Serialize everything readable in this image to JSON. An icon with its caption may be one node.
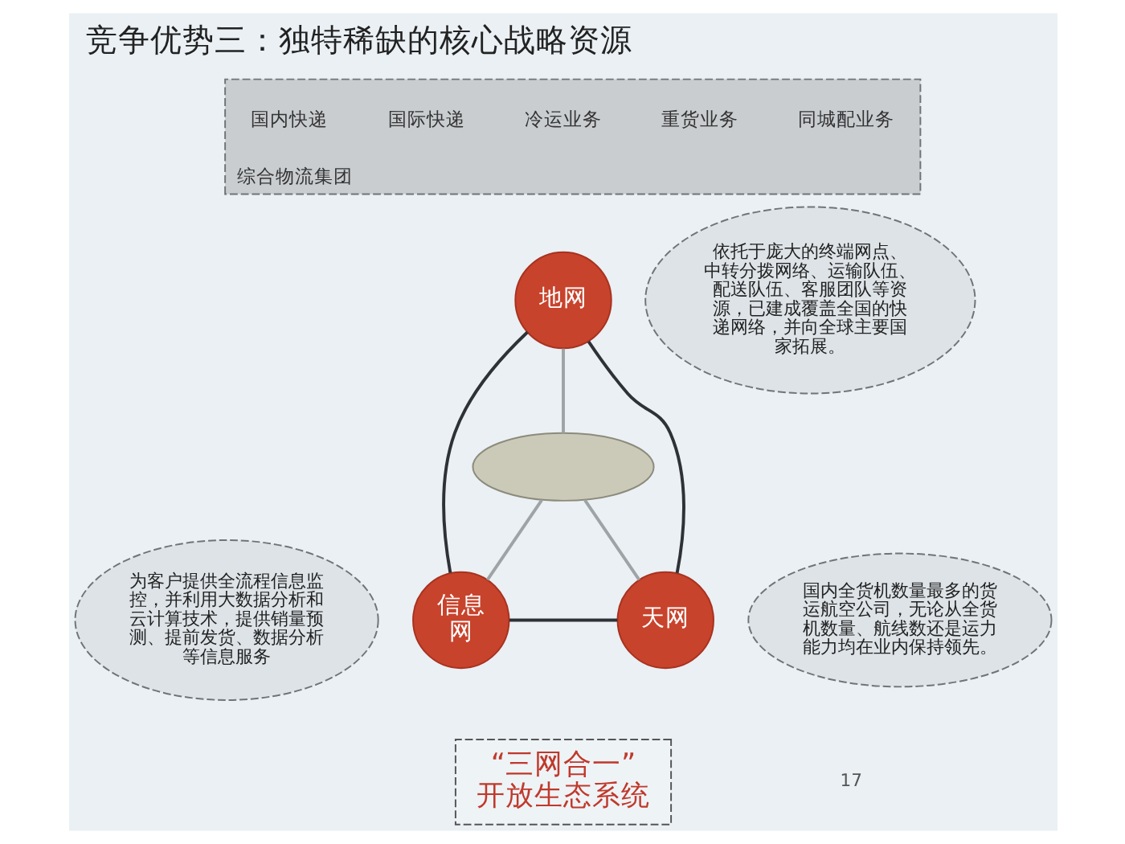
{
  "diagram": {
    "title": "竞争优势三：独特稀缺的核心战略资源",
    "nodes": [
      {
        "text": [
          "综合物流集团"
        ]
      },
      {
        "text": [
          "国内快递"
        ],
        "in": 0
      },
      {
        "text": [
          "国际快递"
        ],
        "in": 0
      },
      {
        "text": [
          "冷运业务"
        ],
        "in": 0
      },
      {
        "text": [
          "重货业务"
        ],
        "in": 0
      },
      {
        "text": [
          "同城配业务"
        ],
        "in": 0
      },
      {
        "text": [
          "地网"
        ]
      },
      {
        "text": [
          "依托于庞大的终端网点、中转分拨网络、运输队伍、配送队伍、客服团队等资源，已建成覆盖全国的快递网络，并向全球主要国家拓展。"
        ]
      },
      {
        "text": [],
        "shape": "person"
      },
      {
        "text": [
          "信息网"
        ]
      },
      {
        "text": [
          "天网"
        ]
      },
      {
        "text": [
          "为客户提供全流程信息监控，并利用大数据分析和云计算技术，提供销量预测、提前发货、数据分析等信息服务"
        ]
      },
      {
        "text": [
          "国内全货机数量最多的货运航空公司，无论从全货机数量、航线数还是运力能力均在业内保持领先。"
        ]
      },
      {
        "text": [
          "“三网合一”开放生态系统"
        ]
      }
    ],
    "edges": [
      {
        "from": 6,
        "to": 9,
        "arrow": "none"
      },
      {
        "from": 6,
        "to": 10,
        "arrow": "none"
      },
      {
        "from": 9,
        "to": 10,
        "arrow": "none"
      },
      {
        "from": 8,
        "to": 9,
        "arrow": "none",
        "color": "#9ea3a6"
      },
      {
        "from": 8,
        "to": 10,
        "arrow": "none",
        "color": "#9ea3a6"
      },
      {
        "from": 6,
        "to": 8,
        "arrow": "none",
        "color": "#9ea3a6"
      }
    ],
    "labels": [
      "17"
    ]
  }
}
